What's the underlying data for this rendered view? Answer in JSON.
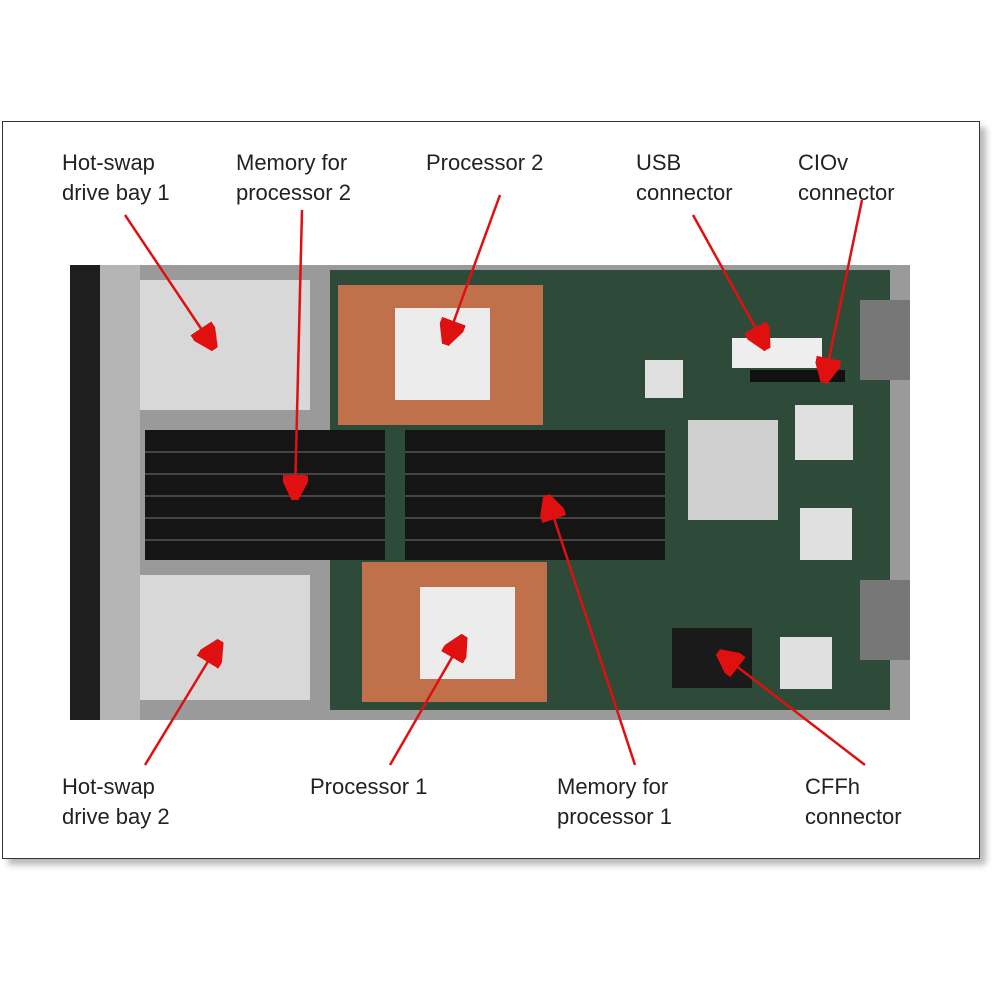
{
  "labels": {
    "drive_bay_1": [
      "Hot-swap",
      "drive bay 1"
    ],
    "memory_p2": [
      "Memory for",
      "processor 2"
    ],
    "processor_2": [
      "Processor 2"
    ],
    "usb": [
      "USB",
      "connector"
    ],
    "ciov": [
      "CIOv",
      "connector"
    ],
    "drive_bay_2": [
      "Hot-swap",
      "drive bay 2"
    ],
    "processor_1": [
      "Processor 1"
    ],
    "memory_p1": [
      "Memory for",
      "processor 1"
    ],
    "cffh": [
      "CFFh",
      "connector"
    ]
  },
  "colors": {
    "arrow": "#e01010",
    "pcb": "#2e4a38",
    "heatsink": "#c0704a",
    "dimm": "#151515",
    "chassis": "#a9a9a9"
  }
}
